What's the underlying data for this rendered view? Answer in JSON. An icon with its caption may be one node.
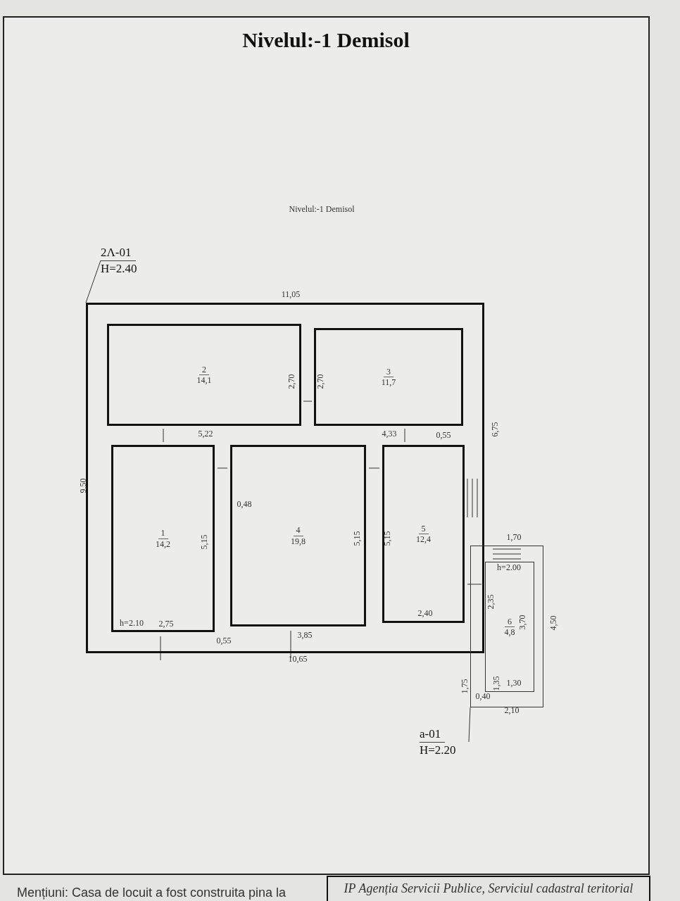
{
  "diagram": {
    "title": "Nivelul:-1 Demisol",
    "nodes": [
      {
        "text": [
          "2Λ-01",
          "H=2.40"
        ]
      },
      {
        "text": [],
        "shape": "box"
      },
      {
        "text": [
          "2",
          "14,1"
        ],
        "in": 1
      },
      {
        "text": [
          "3",
          "11,7"
        ],
        "in": 1
      },
      {
        "text": [
          "1",
          "14,2"
        ],
        "in": 1
      },
      {
        "text": [
          "4",
          "19,8"
        ],
        "in": 1
      },
      {
        "text": [
          "5",
          "12,4"
        ],
        "in": 1
      },
      {
        "text": [
          "6",
          "4,8"
        ]
      },
      {
        "text": [
          "a-01",
          "H=2.20"
        ]
      },
      {
        "text": [
          "IP Agenția Servicii Publice, Serviciul cadastral teritorial"
        ]
      }
    ],
    "edges": [
      {
        "from": 0,
        "to": 1,
        "arrow": "none"
      },
      {
        "from": 8,
        "to": 7,
        "arrow": "none"
      }
    ],
    "labels": [
      "Nivelul:-1 Demisol",
      "11,05",
      "2,70",
      "2,70",
      "5,22",
      "4,33",
      "0,55",
      "6,75",
      "9,50",
      "0,48",
      "5,15",
      "5,15",
      "5,15",
      "1,70",
      "h=2.00",
      "2,35",
      "3,70",
      "4,50",
      "h=2.10",
      "2,75",
      "3,85",
      "2,40",
      "0,55",
      "10,65",
      "1,75",
      "1,35",
      "1,30",
      "0,40",
      "2,10",
      "Mențiuni: Casa de locuit a fost construita pina la"
    ]
  }
}
